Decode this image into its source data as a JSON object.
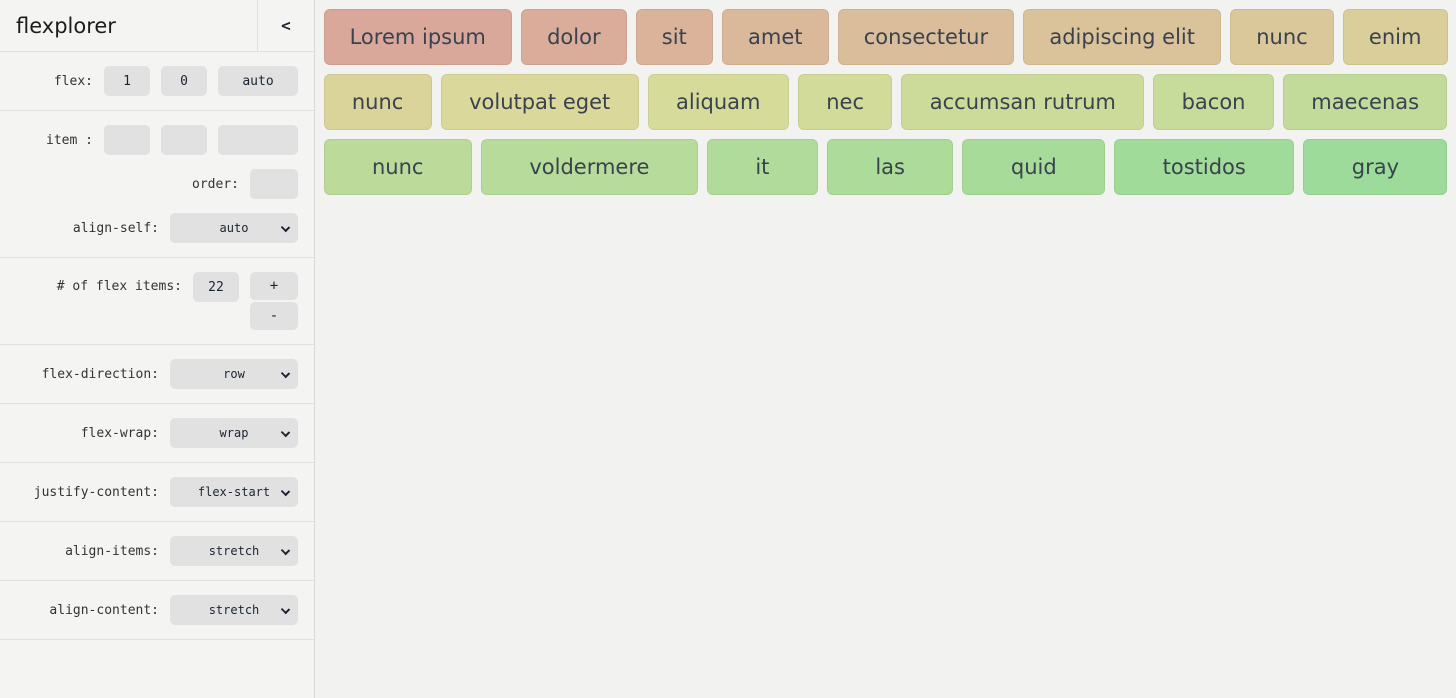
{
  "app": {
    "title": "flexplorer",
    "collapse_icon": "<"
  },
  "sidebar": {
    "flex_row": {
      "label": "flex:",
      "grow_value": "1",
      "shrink_value": "0",
      "basis_value": "auto"
    },
    "item_row": {
      "label": "item :",
      "grow_value": "",
      "shrink_value": "",
      "basis_value": ""
    },
    "order_row": {
      "label": "order:",
      "value": ""
    },
    "align_self_row": {
      "label": "align-self:",
      "value": "auto"
    },
    "count_row": {
      "label": "# of flex items:",
      "value": "22",
      "increment_label": "+",
      "decrement_label": "-"
    },
    "selects": [
      {
        "name": "flex-direction",
        "label": "flex-direction:",
        "value": "row"
      },
      {
        "name": "flex-wrap",
        "label": "flex-wrap:",
        "value": "wrap"
      },
      {
        "name": "justify-content",
        "label": "justify-content:",
        "value": "flex-start"
      },
      {
        "name": "align-items",
        "label": "align-items:",
        "value": "stretch"
      },
      {
        "name": "align-content",
        "label": "align-content:",
        "value": "stretch"
      }
    ]
  },
  "main": {
    "items": [
      {
        "label": "Lorem ipsum",
        "color": "#daa89a"
      },
      {
        "label": "dolor",
        "color": "#daad9a"
      },
      {
        "label": "sit",
        "color": "#dab39a"
      },
      {
        "label": "amet",
        "color": "#dab89a"
      },
      {
        "label": "consectetur",
        "color": "#dabd9a"
      },
      {
        "label": "adipiscing elit",
        "color": "#dac39a"
      },
      {
        "label": "nunc",
        "color": "#dac89a"
      },
      {
        "label": "enim",
        "color": "#dace9a"
      },
      {
        "label": "nunc",
        "color": "#dad39a"
      },
      {
        "label": "volutpat eget",
        "color": "#dad89a"
      },
      {
        "label": "aliquam",
        "color": "#d7db9a"
      },
      {
        "label": "nec",
        "color": "#d2db9a"
      },
      {
        "label": "accumsan rutrum",
        "color": "#ccdb9a"
      },
      {
        "label": "bacon",
        "color": "#c7db9a"
      },
      {
        "label": "maecenas",
        "color": "#c2db9a"
      },
      {
        "label": "nunc",
        "color": "#bcdb9a"
      },
      {
        "label": "voldermere",
        "color": "#b7db9a"
      },
      {
        "label": "it",
        "color": "#b1db9a"
      },
      {
        "label": "las",
        "color": "#acdb9a"
      },
      {
        "label": "quid",
        "color": "#a7db9a"
      },
      {
        "label": "tostidos",
        "color": "#a1db9a"
      },
      {
        "label": "gray",
        "color": "#9cdb9a"
      }
    ]
  }
}
